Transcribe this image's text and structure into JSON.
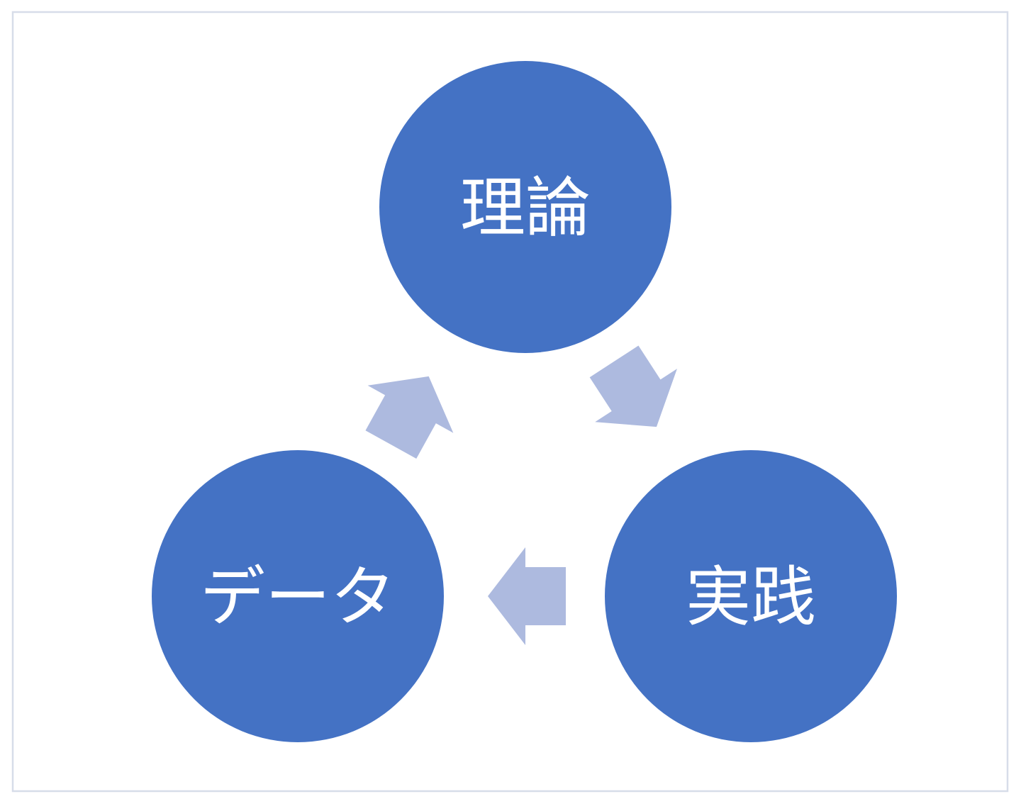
{
  "frame": {
    "border_color": "#d7dde9"
  },
  "diagram": {
    "type": "cycle",
    "nodes": [
      {
        "id": "theory",
        "label": "理論",
        "position": "top"
      },
      {
        "id": "practice",
        "label": "実践",
        "position": "bottom-right"
      },
      {
        "id": "data",
        "label": "データ",
        "position": "bottom-left"
      }
    ],
    "arrows": [
      {
        "from": "theory",
        "to": "practice",
        "direction": "down-right"
      },
      {
        "from": "practice",
        "to": "data",
        "direction": "left"
      },
      {
        "from": "data",
        "to": "theory",
        "direction": "up-right"
      }
    ],
    "colors": {
      "node_fill": "#4472c4",
      "arrow_fill": "#adbadf",
      "label_text": "#ffffff"
    }
  }
}
